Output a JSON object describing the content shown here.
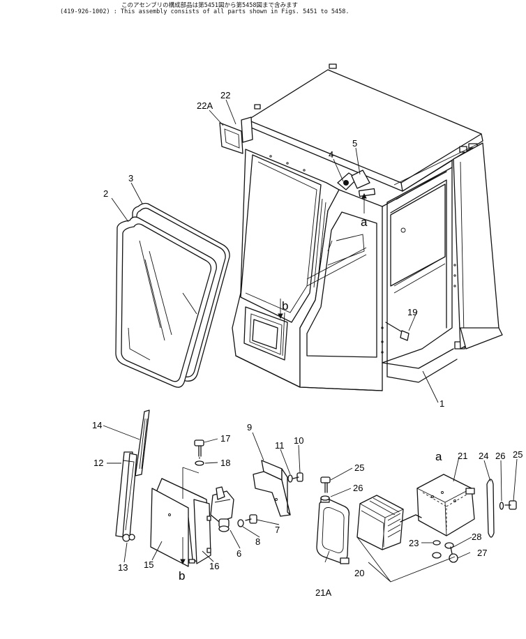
{
  "header": {
    "line1": "このアセンブリの構成部品は第5451図から第5458図まで含みます",
    "line2": "(419-926-1002) : This assembly consists of all parts shown in Figs. 5451 to 5458."
  },
  "callouts": {
    "p1": "1",
    "p2": "2",
    "p3": "3",
    "p4": "4",
    "p5": "5",
    "p6": "6",
    "p7": "7",
    "p8": "8",
    "p9": "9",
    "p10": "10",
    "p11": "11",
    "p12": "12",
    "p13": "13",
    "p14": "14",
    "p15": "15",
    "p16": "16",
    "p17": "17",
    "p18": "18",
    "p19": "19",
    "p20": "20",
    "p21": "21",
    "p21a": "21A",
    "p22": "22",
    "p22a": "22A",
    "p23": "23",
    "p24": "24",
    "p25a": "25",
    "p25b": "25",
    "p26a": "26",
    "p26b": "26",
    "p27": "27",
    "p28": "28"
  },
  "refs": {
    "a_cab": "a",
    "b_cab": "b",
    "a_lamp": "a",
    "b_mount": "b"
  }
}
